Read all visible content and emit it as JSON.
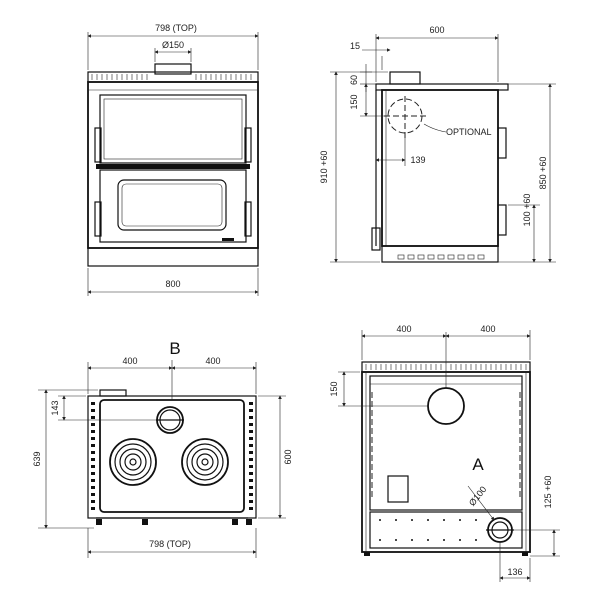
{
  "front": {
    "top_width": "798 (TOP)",
    "flue_diameter": "Ø150",
    "base_width": "800"
  },
  "side": {
    "depth": "600",
    "offset_top": "15",
    "top_height": "60",
    "flue_height": "150",
    "optional_label": "OPTIONAL",
    "flue_offset": "139",
    "total_height": "910 +60",
    "body_height": "850 +60",
    "low_height": "100 +60"
  },
  "top_view": {
    "letter": "B",
    "half_left": "400",
    "half_right": "400",
    "front_offset": "143",
    "overall_depth": "639",
    "body_depth": "600",
    "top_width": "798 (TOP)"
  },
  "rear": {
    "half_left": "400",
    "half_right": "400",
    "flue_height": "150",
    "letter": "A",
    "hole_diameter": "Ø100",
    "hole_height": "125 +60",
    "hole_offset": "136"
  }
}
